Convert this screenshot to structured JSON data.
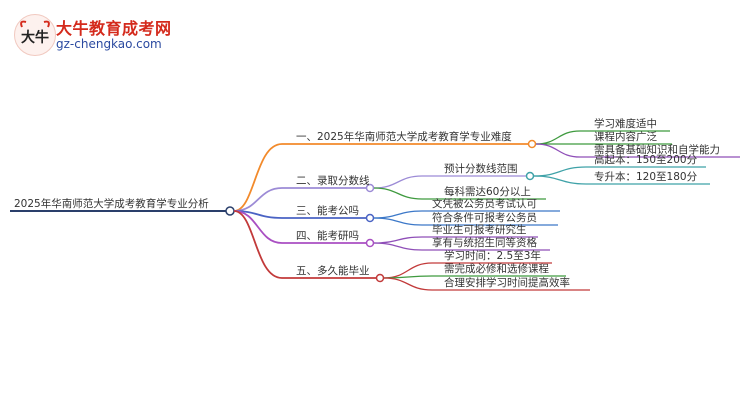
{
  "logo": {
    "mark_text": "大牛",
    "name": "大牛教育成考网",
    "url": "gz-chengkao.com"
  },
  "colors": {
    "branch1": "#f28a2b",
    "branch2": "#9c8bd6",
    "branch3": "#4a63c4",
    "branch4": "#a94fc2",
    "branch5": "#c23a3a",
    "root_line": "#2a3f6b",
    "leaf_green": "#3f9a3f",
    "leaf_purple": "#8f4fb8",
    "leaf_teal": "#3fa2a8",
    "leaf_blue": "#3c78c8",
    "leaf_red": "#c23a3a"
  },
  "mindmap": {
    "root": "2025年华南师范大学成考教育学专业分析",
    "branches": [
      {
        "label": "一、2025年华南师范大学成考教育学专业难度",
        "children": [
          {
            "label": "学习难度适中"
          },
          {
            "label": "课程内容广泛"
          },
          {
            "label": "需具备基础知识和自学能力"
          }
        ]
      },
      {
        "label": "二、录取分数线",
        "children": [
          {
            "label": "预计分数线范围",
            "children": [
              {
                "label": "高起本：150至200分"
              },
              {
                "label": "专升本：120至180分"
              }
            ]
          },
          {
            "label": "每科需达60分以上"
          }
        ]
      },
      {
        "label": "三、能考公吗",
        "children": [
          {
            "label": "文凭被公务员考试认可"
          },
          {
            "label": "符合条件可报考公务员"
          }
        ]
      },
      {
        "label": "四、能考研吗",
        "children": [
          {
            "label": "毕业生可报考研究生"
          },
          {
            "label": "享有与统招生同等资格"
          }
        ]
      },
      {
        "label": "五、多久能毕业",
        "children": [
          {
            "label": "学习时间：2.5至3年"
          },
          {
            "label": "需完成必修和选修课程"
          },
          {
            "label": "合理安排学习时间提高效率"
          }
        ]
      }
    ]
  }
}
